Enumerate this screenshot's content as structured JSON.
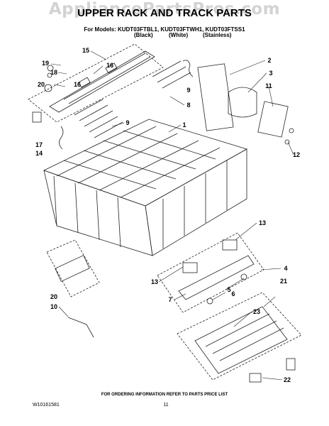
{
  "watermark": "AppliancePartsPros.com",
  "title": "UPPER RACK AND TRACK PARTS",
  "models_line": "For Models: KUDT03FTBL1, KUDT03FTWH1, KUDT03FTSS1",
  "variants": [
    "(Black)",
    "(White)",
    "(Stainless)"
  ],
  "callouts": [
    "15",
    "19",
    "16",
    "18",
    "16",
    "20",
    "17",
    "14",
    "9",
    "8",
    "1",
    "2",
    "3",
    "11",
    "9",
    "12",
    "13",
    "4",
    "13",
    "5",
    "7",
    "6",
    "21",
    "20",
    "10",
    "23",
    "22"
  ],
  "footer_note": "FOR ORDERING INFORMATION REFER TO PARTS PRICE LIST",
  "doc_number": "W10161581",
  "page_number": "11"
}
